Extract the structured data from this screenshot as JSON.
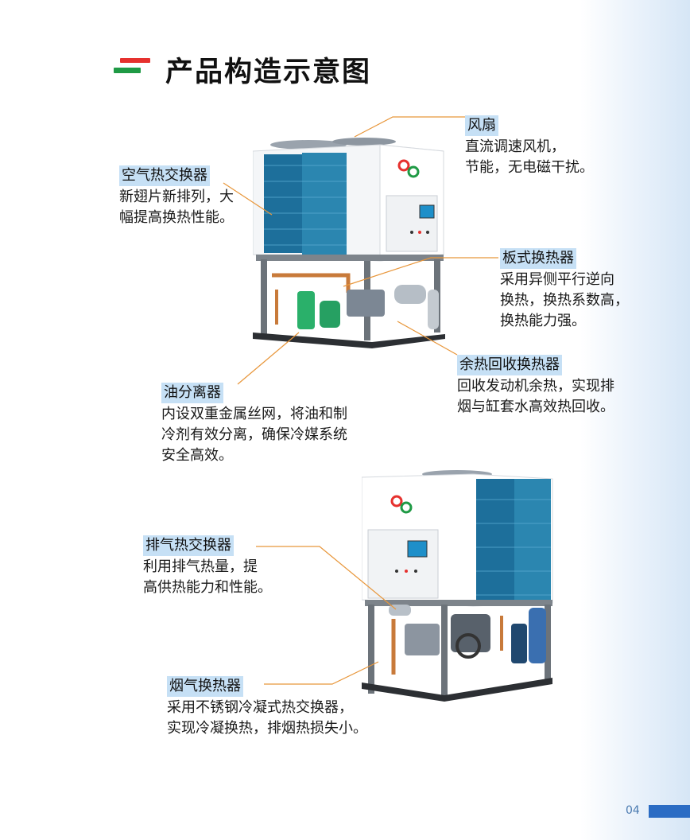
{
  "header": {
    "title": "产品构造示意图"
  },
  "callouts": {
    "fan": {
      "label": "风扇",
      "desc": "直流调速风机，\n节能，无电磁干扰。"
    },
    "air_hx": {
      "label": "空气热交换器",
      "desc": "新翅片新排列，大\n幅提高换热性能。"
    },
    "plate_hx": {
      "label": "板式换热器",
      "desc": "采用异侧平行逆向\n换热，换热系数高，\n换热能力强。"
    },
    "waste_heat": {
      "label": "余热回收换热器",
      "desc": "回收发动机余热，实现排\n烟与缸套水高效热回收。"
    },
    "oil_sep": {
      "label": "油分离器",
      "desc": "内设双重金属丝网，将油和制\n冷剂有效分离，确保冷媒系统\n安全高效。"
    },
    "exhaust_hx": {
      "label": "排气热交换器",
      "desc": "利用排气热量，提\n高供热能力和性能。"
    },
    "flue_hx": {
      "label": "烟气换热器",
      "desc": "采用不锈钢冷凝式热交换器，\n实现冷凝换热，排烟热损失小。"
    }
  },
  "footer": {
    "page_number": "04"
  },
  "colors": {
    "accent_red": "#e6312e",
    "accent_green": "#1f9a45",
    "label_bg": "#c6e0f5",
    "leader_orange": "#e8963a",
    "brand_blue": "#2b6cc4"
  }
}
